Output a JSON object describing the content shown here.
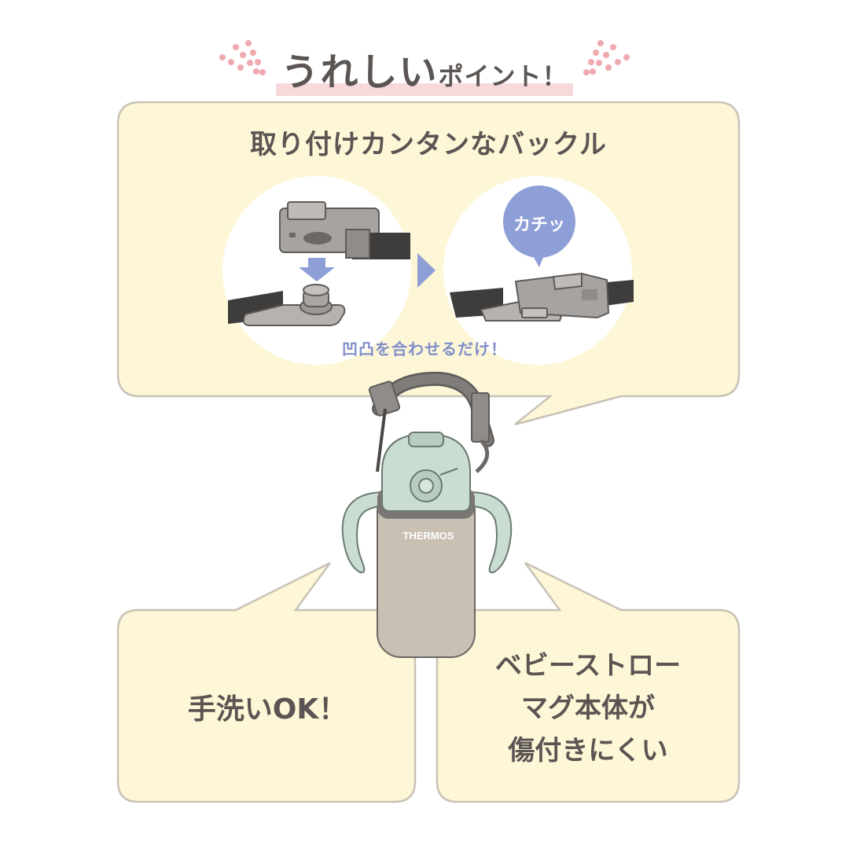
{
  "header": {
    "title_main": "うれしい",
    "title_sub": "ポイント！"
  },
  "top_panel": {
    "heading": "取り付けカンタンなバックル",
    "click_label": "カチッ",
    "caption": "凹凸を合わせるだけ！"
  },
  "bottle": {
    "brand": "THERMOS"
  },
  "left_box": {
    "text": "手洗いOK！"
  },
  "right_box": {
    "lines": [
      "ベビーストロー",
      "マグ本体が",
      "傷付きにくい"
    ]
  },
  "colors": {
    "panel_fill": "#fdf6d7",
    "panel_stroke": "#c8c2b6",
    "accent_blue": "#8e9ed6",
    "accent_pink": "#f2b8bd",
    "bottle_body": "#c7c0b3",
    "bottle_cap": "#c9ddd0",
    "strap_gray": "#7a7774"
  }
}
